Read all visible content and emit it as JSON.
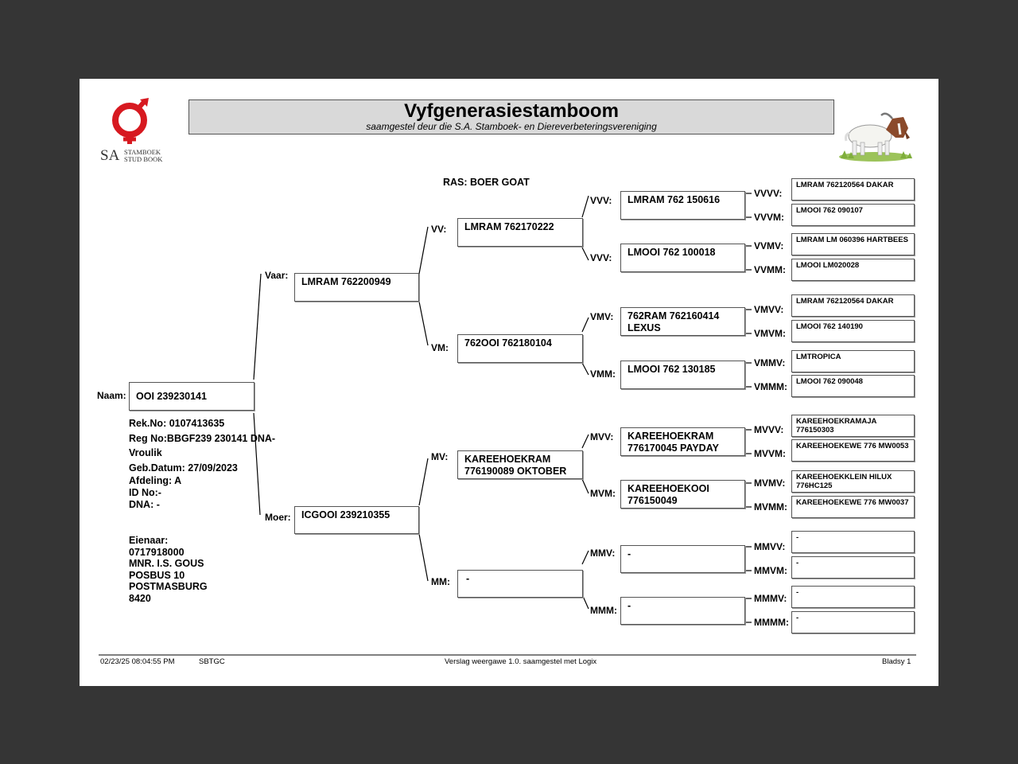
{
  "header": {
    "title": "Vyfgenerasiestamboom",
    "subtitle": "saamgestel deur die S.A. Stamboek- en Diereverbeteringsvereniging"
  },
  "logo": {
    "sa": "SA",
    "line1": "STAMBOEK",
    "line2": "STUD BOOK",
    "color": "#d71920"
  },
  "breed": "RAS: BOER GOAT",
  "animal": {
    "label": "Naam:",
    "name": "OOI 239230141",
    "rek_no": "Rek.No: 0107413635",
    "reg_no": "Reg No:BBGF239 230141 DNA-",
    "sex": "Vroulik",
    "birth": "Geb.Datum: 27/09/2023",
    "section": "Afdeling: A",
    "id_no": "ID No:-",
    "dna": "DNA: -"
  },
  "owner": [
    "Eienaar:",
    "0717918000",
    "MNR. I.S. GOUS",
    "POSBUS 10",
    "POSTMASBURG",
    "8420"
  ],
  "gen1": {
    "v": {
      "label": "Vaar:",
      "name": "LMRAM 762200949"
    },
    "m": {
      "label": "Moer:",
      "name": "ICGOOI 239210355"
    }
  },
  "gen2": {
    "vv": {
      "label": "VV:",
      "name": "LMRAM 762170222"
    },
    "vm": {
      "label": "VM:",
      "name": "762OOI 762180104"
    },
    "mv": {
      "label": "MV:",
      "name": "KAREEHOEKRAM 776190089 OKTOBER"
    },
    "mm": {
      "label": "MM:",
      "name": "-"
    }
  },
  "gen3": {
    "vvv": {
      "label": "VVV:",
      "name": "LMRAM 762 150616"
    },
    "vvm": {
      "label": "VVV:",
      "name": "LMOOI 762 100018"
    },
    "vmv": {
      "label": "VMV:",
      "name": "762RAM 762160414 LEXUS"
    },
    "vmm": {
      "label": "VMM:",
      "name": "LMOOI 762 130185"
    },
    "mvv": {
      "label": "MVV:",
      "name": "KAREEHOEKRAM 776170045 PAYDAY"
    },
    "mvm": {
      "label": "MVM:",
      "name": "KAREEHOEKOOI 776150049"
    },
    "mmv": {
      "label": "MMV:",
      "name": "-"
    },
    "mmm": {
      "label": "MMM:",
      "name": "-"
    }
  },
  "gen4": {
    "vvvv": {
      "label": "VVVV:",
      "name": "LMRAM 762120564  DAKAR"
    },
    "vvvm": {
      "label": "VVVM:",
      "name": "LMOOI 762 090107"
    },
    "vvmv": {
      "label": "VVMV:",
      "name": "LMRAM LM 060396 HARTBEES"
    },
    "vvmm": {
      "label": "VVMM:",
      "name": "LMOOI LM020028"
    },
    "vmvv": {
      "label": "VMVV:",
      "name": "LMRAM 762120564  DAKAR"
    },
    "vmvm": {
      "label": "VMVM:",
      "name": "LMOOI 762 140190"
    },
    "vmmv": {
      "label": "VMMV:",
      "name": "LMTROPICA"
    },
    "vmmm": {
      "label": "VMMM:",
      "name": "LMOOI 762 090048"
    },
    "mvvv": {
      "label": "MVVV:",
      "name": "KAREEHOEKRAMAJA 776150303"
    },
    "mvvm": {
      "label": "MVVM:",
      "name": "KAREEHOEKEWE 776 MW0053"
    },
    "mvmv": {
      "label": "MVMV:",
      "name": "KAREEHOEKKLEIN HILUX 776HC125"
    },
    "mvmm": {
      "label": "MVMM:",
      "name": "KAREEHOEKEWE 776 MW0037"
    },
    "mmvv": {
      "label": "MMVV:",
      "name": "-"
    },
    "mmvm": {
      "label": "MMVM:",
      "name": "-"
    },
    "mmmv": {
      "label": "MMMV:",
      "name": "-"
    },
    "mmmm": {
      "label": "MMMM:",
      "name": "-"
    }
  },
  "footer": {
    "datetime": "02/23/25 08:04:55 PM",
    "code": "SBTGC",
    "version": "Verslag weergawe 1.0. saamgestel met Logix",
    "page": "Bladsy 1"
  }
}
